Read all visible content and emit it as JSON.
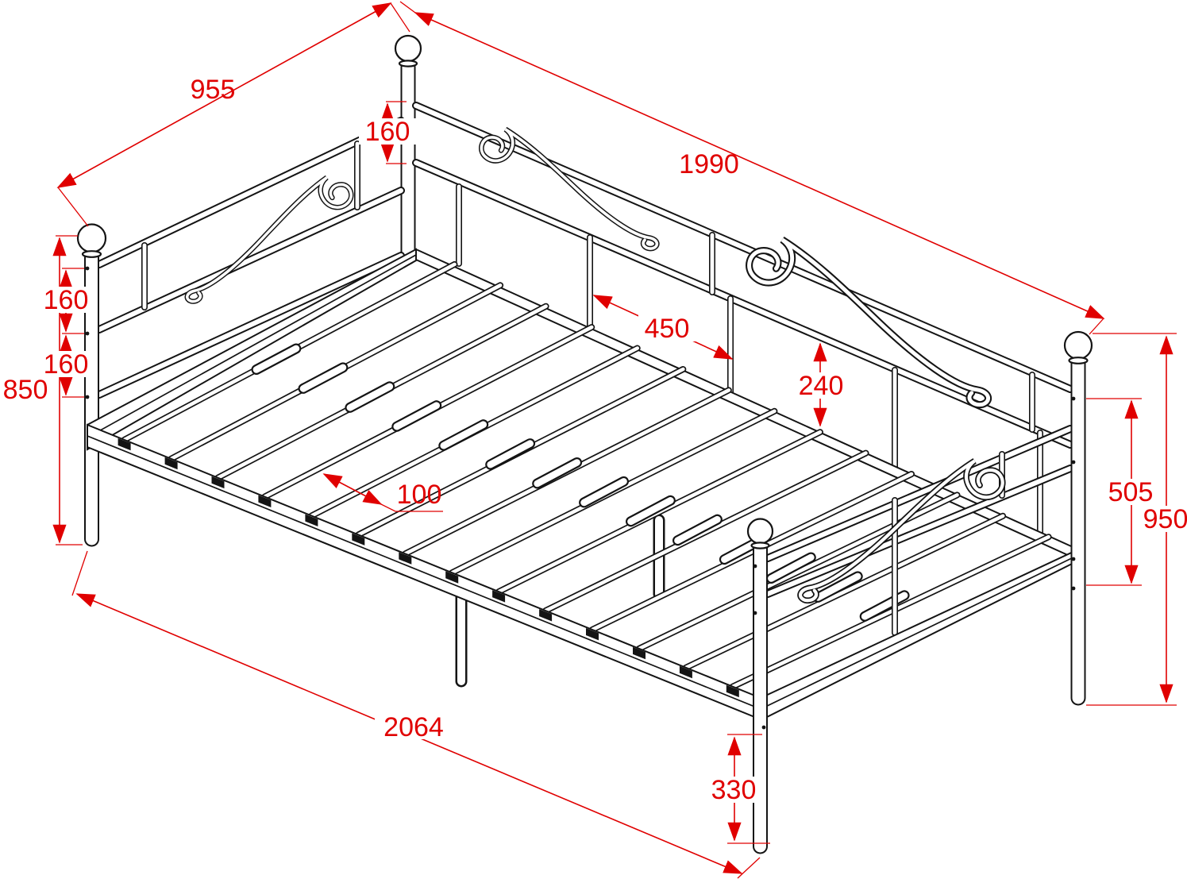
{
  "figure": {
    "subject": "metal daybed frame - isometric technical drawing with dimensions",
    "annotation_color": "#e00000",
    "line_color": "#141414",
    "background": "#ffffff"
  },
  "dims": [
    {
      "name": "end-panel-width",
      "value": "955"
    },
    {
      "name": "back-rail-length",
      "value": "1990"
    },
    {
      "name": "corner-post-rail-gap",
      "value": "160"
    },
    {
      "name": "front-post-height",
      "value": "850"
    },
    {
      "name": "headboard-rail-gap-upper",
      "value": "160"
    },
    {
      "name": "headboard-rail-gap-lower",
      "value": "160"
    },
    {
      "name": "back-bar-spacing",
      "value": "450"
    },
    {
      "name": "back-lower-panel-height",
      "value": "240"
    },
    {
      "name": "slat-spacing",
      "value": "100"
    },
    {
      "name": "rear-post-rail-span",
      "value": "505"
    },
    {
      "name": "rear-post-height",
      "value": "950"
    },
    {
      "name": "overall-length",
      "value": "2064"
    },
    {
      "name": "foot-post-lower-height",
      "value": "330"
    }
  ]
}
